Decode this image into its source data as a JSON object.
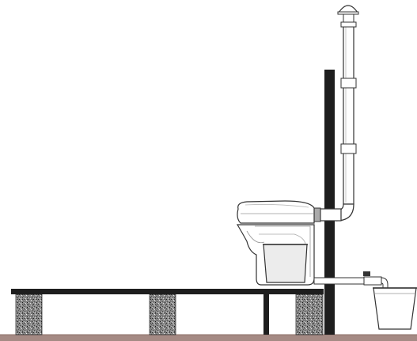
{
  "diagram": {
    "kind": "composting-toilet-installation-side-view",
    "colors": {
      "background": "#ffffff",
      "line": "#333333",
      "structure": "#1e1e1e",
      "ground": "#a58a84",
      "concrete": "#5f5f5f",
      "container_fill": "#ececec",
      "pipe_fill": "#ffffff"
    },
    "components": [
      "vent-cap",
      "vent-pipe",
      "vent-pipe-couplings",
      "vent-elbow",
      "wall-post",
      "toilet-bowl",
      "toilet-seat",
      "wall-sleeve",
      "compost-bin",
      "drain-pipe",
      "drain-valve",
      "overflow-bucket",
      "floor-beam",
      "concrete-piers",
      "support-post",
      "ground-line"
    ]
  }
}
